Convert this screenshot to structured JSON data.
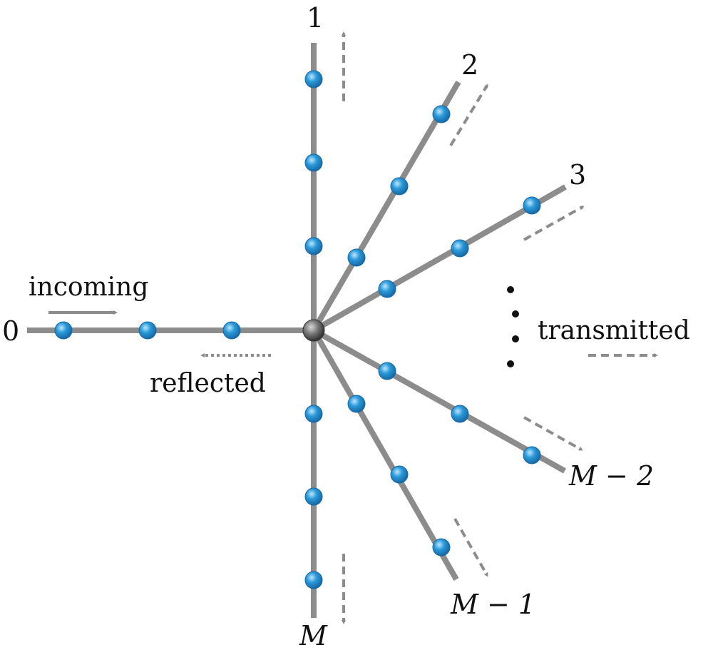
{
  "colors": {
    "wire": "#8c8c8c",
    "arrow": "#8c8c8c",
    "site": "#2a9ad8",
    "site_dark": "#1769a6",
    "site_highlight": "#bfe6ff",
    "junction": "#777777",
    "junction_dark": "#303030",
    "text": "#111111"
  },
  "labels": {
    "lead0": "0",
    "lead1": "1",
    "lead2": "2",
    "lead3": "3",
    "lead_m2": "M − 2",
    "lead_m1": "M − 1",
    "lead_m": "M",
    "incoming": "incoming",
    "reflected": "reflected",
    "transmitted": "transmitted"
  }
}
